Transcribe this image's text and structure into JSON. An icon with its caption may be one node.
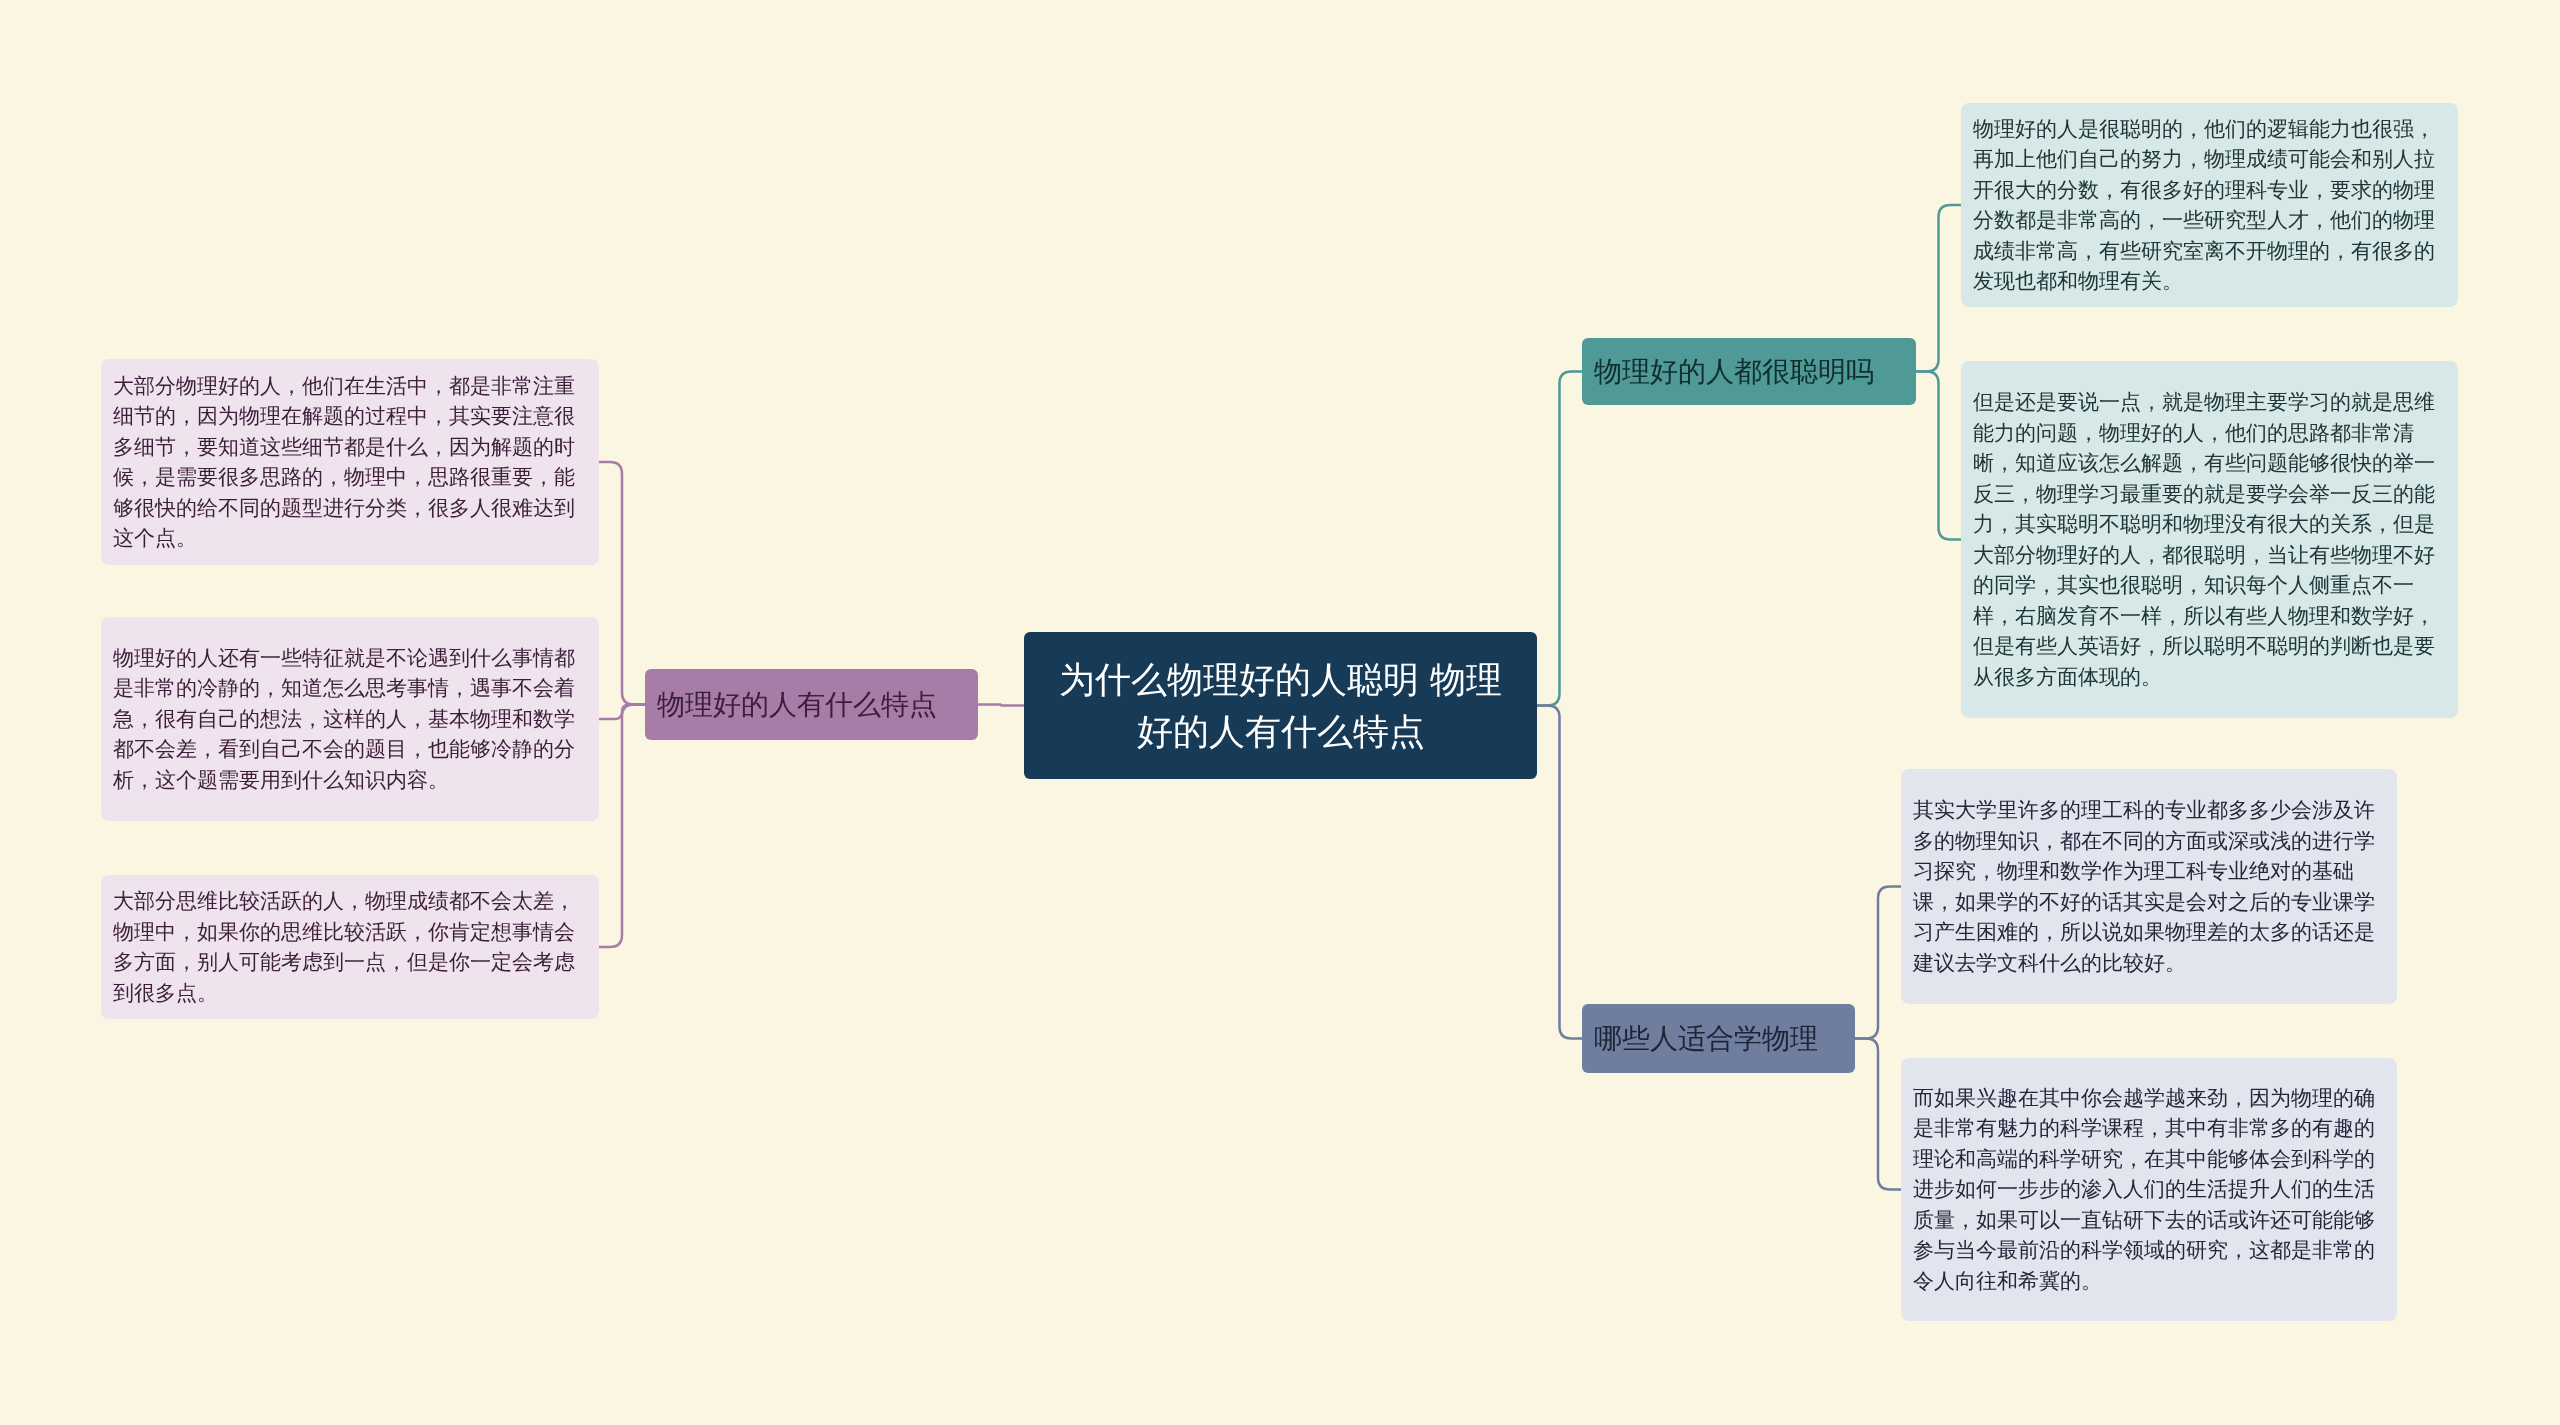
{
  "diagram": {
    "nodes": [
      {
        "text": [
          "为什么物理好的人聪明 物理好的人有什么特点"
        ]
      },
      {
        "text": [
          "物理好的人有什么特点"
        ]
      },
      {
        "text": [
          "大部分物理好的人，他们在生活中，都是非常注重细节的，因为物理在解题的过程中，其实要注意很多细节，要知道这些细节都是什么，因为解题的时候，是需要很多思路的，物理中，思路很重要，能够很快的给不同的题型进行分类，很多人很难达到这个点。"
        ]
      },
      {
        "text": [
          "物理好的人还有一些特征就是不论遇到什么事情都是非常的冷静的，知道怎么思考事情，遇事不会着急，很有自己的想法，这样的人，基本物理和数学都不会差，看到自己不会的题目，也能够冷静的分析，这个题需要用到什么知识内容。"
        ]
      },
      {
        "text": [
          "大部分思维比较活跃的人，物理成绩都不会太差，物理中，如果你的思维比较活跃，你肯定想事情会多方面，别人可能考虑到一点，但是你一定会考虑到很多点。"
        ]
      },
      {
        "text": [
          "物理好的人都很聪明吗"
        ]
      },
      {
        "text": [
          "物理好的人是很聪明的，他们的逻辑能力也很强，再加上他们自己的努力，物理成绩可能会和别人拉开很大的分数，有很多好的理科专业，要求的物理分数都是非常高的，一些研究型人才，他们的物理成绩非常高，有些研究室离不开物理的，有很多的发现也都和物理有关。"
        ]
      },
      {
        "text": [
          "但是还是要说一点，就是物理主要学习的就是思维能力的问题，物理好的人，他们的思路都非常清晰，知道应该怎么解题，有些问题能够很快的举一反三，物理学习最重要的就是要学会举一反三的能力，其实聪明不聪明和物理没有很大的关系，但是大部分物理好的人，都很聪明，当让有些物理不好的同学，其实也很聪明，知识每个人侧重点不一样，右脑发育不一样，所以有些人物理和数学好，但是有些人英语好，所以聪明不聪明的判断也是要从很多方面体现的。"
        ]
      },
      {
        "text": [
          "哪些人适合学物理"
        ]
      },
      {
        "text": [
          "其实大学里许多的理工科的专业都多多少会涉及许多的物理知识，都在不同的方面或深或浅的进行学习探究，物理和数学作为理工科专业绝对的基础课，如果学的不好的话其实是会对之后的专业课学习产生困难的，所以说如果物理差的太多的话还是建议去学文科什么的比较好。"
        ]
      },
      {
        "text": [
          "而如果兴趣在其中你会越学越来劲，因为物理的确是非常有魅力的科学课程，其中有非常多的有趣的理论和高端的科学研究，在其中能够体会到科学的进步如何一步步的渗入人们的生活提升人们的生活质量，如果可以一直钻研下去的话或许还可能能够参与当今最前沿的科学领域的研究，这都是非常的令人向往和希冀的。"
        ]
      }
    ],
    "edges": [
      {
        "from": 0,
        "to": 1,
        "arrow": "none",
        "color": "#a77ca7"
      },
      {
        "from": 1,
        "to": 2,
        "arrow": "none",
        "color": "#a77ca7"
      },
      {
        "from": 1,
        "to": 3,
        "arrow": "none",
        "color": "#a77ca7"
      },
      {
        "from": 1,
        "to": 4,
        "arrow": "none",
        "color": "#a77ca7"
      },
      {
        "from": 0,
        "to": 5,
        "arrow": "none",
        "color": "#4f9a97"
      },
      {
        "from": 5,
        "to": 6,
        "arrow": "none",
        "color": "#4f9a97"
      },
      {
        "from": 5,
        "to": 7,
        "arrow": "none",
        "color": "#4f9a97"
      },
      {
        "from": 0,
        "to": 8,
        "arrow": "none",
        "color": "#6f7e9f"
      },
      {
        "from": 8,
        "to": 9,
        "arrow": "none",
        "color": "#6f7e9f"
      },
      {
        "from": 8,
        "to": 10,
        "arrow": "none",
        "color": "#6f7e9f"
      }
    ]
  }
}
